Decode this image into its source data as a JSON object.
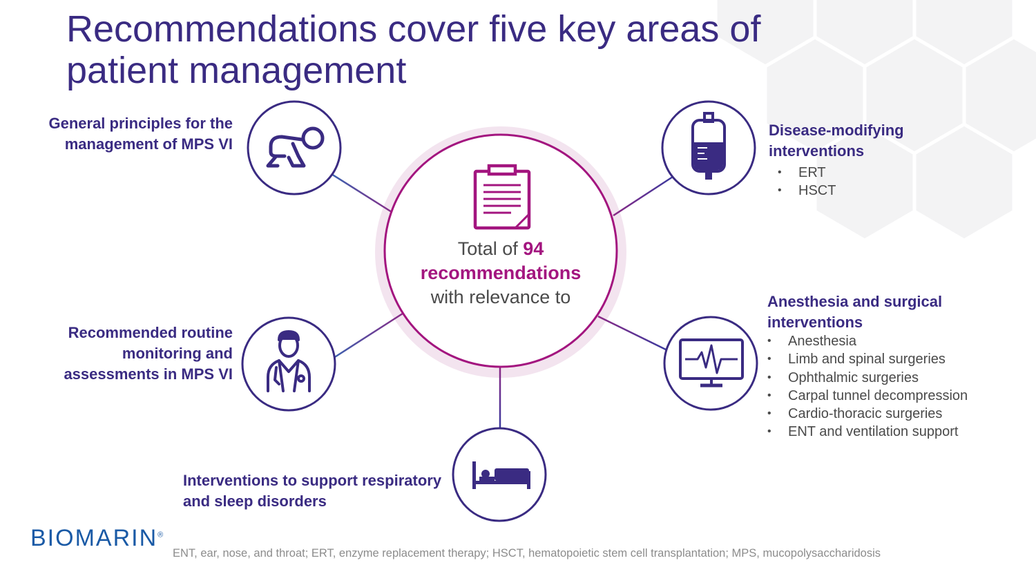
{
  "title": "Recommendations cover five key areas of patient management",
  "center": {
    "prefix": "Total of ",
    "count": "94",
    "highlight": "recommendations",
    "suffix": "with relevance to"
  },
  "areas": {
    "general": {
      "label": "General principles for the management of MPS VI",
      "icon": "baby-crawling-icon"
    },
    "disease": {
      "label": "Disease-modifying interventions",
      "icon": "iv-bag-icon",
      "bullets": [
        "ERT",
        "HSCT"
      ]
    },
    "monitoring": {
      "label": "Recommended routine monitoring and assessments in MPS VI",
      "icon": "doctor-icon"
    },
    "anesthesia": {
      "label": "Anesthesia and surgical interventions",
      "icon": "heart-monitor-icon",
      "bullets": [
        "Anesthesia",
        "Limb and spinal surgeries",
        "Ophthalmic surgeries",
        "Carpal tunnel decompression",
        "Cardio-thoracic surgeries",
        "ENT and ventilation support"
      ]
    },
    "respiratory": {
      "label": "Interventions to support respiratory and sleep disorders",
      "icon": "bed-icon"
    }
  },
  "logo": {
    "text": "BIOMARIN",
    "mark": "®"
  },
  "footnote": "ENT, ear, nose, and throat; ERT, enzyme replacement therapy; HSCT, hematopoietic stem cell transplantation; MPS, mucopolysaccharidosis",
  "colors": {
    "title": "#3a2b82",
    "accent": "#a3157f",
    "halo": "#f3e4ef",
    "node_stroke": "#3a2b82",
    "logo": "#1a5aa6"
  }
}
